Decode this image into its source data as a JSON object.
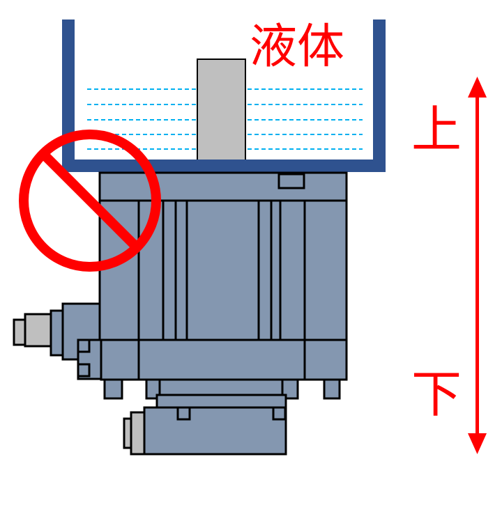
{
  "labels": {
    "liquid": "液体",
    "up": "上",
    "down": "下"
  },
  "colors": {
    "tank": "#2f528f",
    "motor": "#8497b0",
    "shaft": "#bfbfbf",
    "liquid_lines": "#00b0f0",
    "prohibited": "#ff0000",
    "arrow": "#ff0000"
  },
  "icons": {
    "prohibition": "prohibited-sign-icon",
    "arrow": "double-arrow-vertical-icon"
  }
}
